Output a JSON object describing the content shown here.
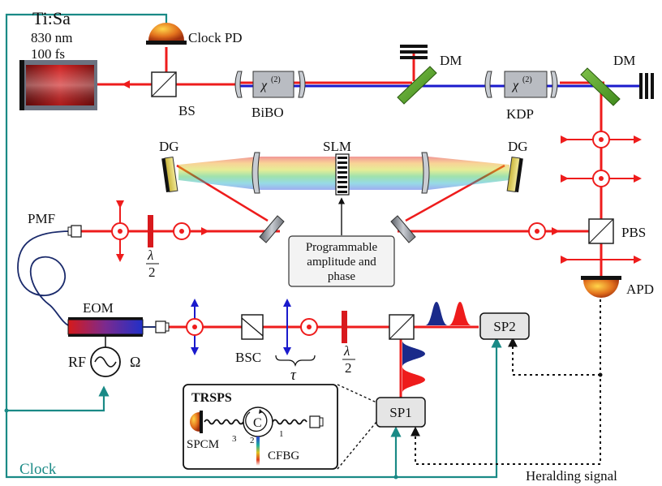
{
  "laser": {
    "name": "Ti:Sa",
    "wavelength": "830 nm",
    "duration": "100 fs"
  },
  "labels": {
    "clock_pd": "Clock PD",
    "bs": "BS",
    "bibo": "BiBO",
    "dm1": "DM",
    "kdp": "KDP",
    "dm2": "DM",
    "dg_left": "DG",
    "slm": "SLM",
    "dg_right": "DG",
    "pmf": "PMF",
    "pbs": "PBS",
    "apd": "APD",
    "eom": "EOM",
    "rf": "RF",
    "omega": "Ω",
    "bsc": "BSC",
    "tau": "τ",
    "sp2": "SP2",
    "sp1": "SP1",
    "chi2": "χ",
    "chi2_sup": "(2)",
    "lambda": "λ",
    "half": "2",
    "clock": "Clock",
    "heralding": "Heralding signal",
    "slm_note": [
      "Programmable",
      "amplitude and",
      "phase"
    ]
  },
  "inset": {
    "title": "TRSPS",
    "spcm": "SPCM",
    "port3": "3",
    "port2": "2",
    "port1": "1",
    "circulator": "C",
    "cfbg": "CFBG"
  },
  "colors": {
    "red_beam": "#ee1c1c",
    "blue_beam": "#1a1acc",
    "teal_clock": "#1a8a86",
    "navy_fiber": "#1a2a6b"
  }
}
